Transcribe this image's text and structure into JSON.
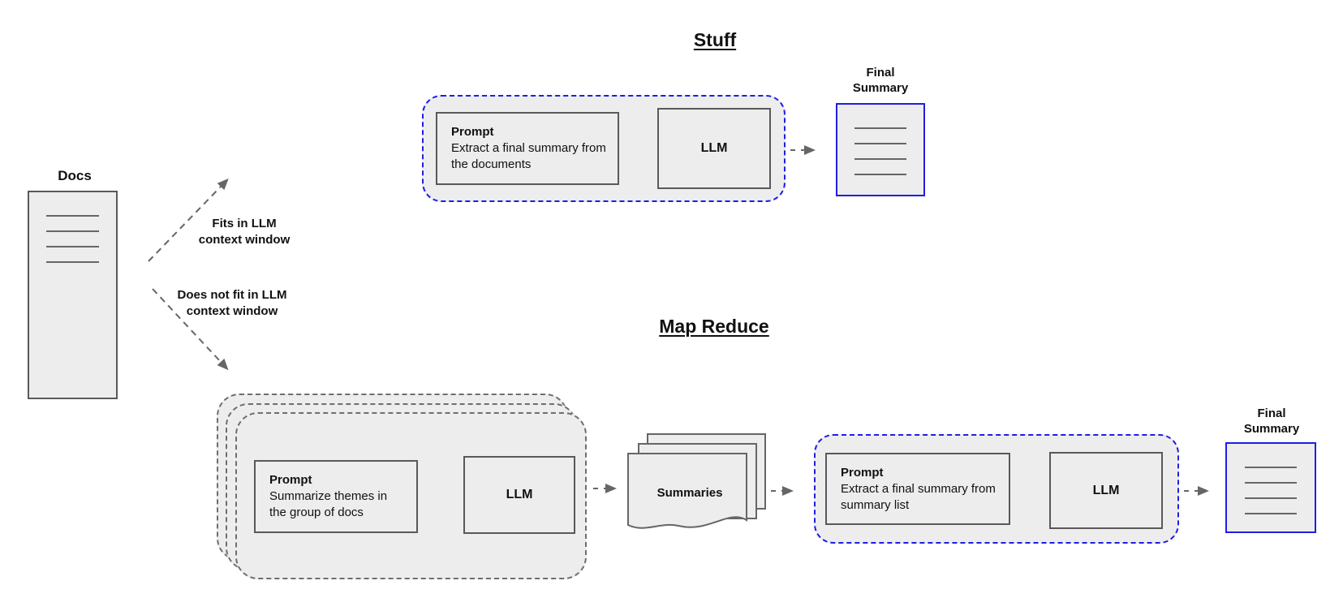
{
  "colors": {
    "canvas_bg": "#ffffff",
    "shape_fill": "#ededed",
    "solid_border": "#595959",
    "dashed_gray_border": "#6e6e6e",
    "accent_blue": "#1e1ee6",
    "arrow_gray": "#666666",
    "doc_line": "#666666",
    "text": "#111111"
  },
  "docs": {
    "label": "Docs"
  },
  "branches": {
    "fits": {
      "line1": "Fits in LLM",
      "line2": "context window"
    },
    "not_fits": {
      "line1": "Does not fit in LLM",
      "line2": "context window"
    }
  },
  "stuff": {
    "title": "Stuff",
    "prompt_heading": "Prompt",
    "prompt_body": "Extract a final summary from the documents",
    "llm_label": "LLM",
    "output_line1": "Final",
    "output_line2": "Summary"
  },
  "map_reduce": {
    "title": "Map Reduce",
    "map_prompt_heading": "Prompt",
    "map_prompt_body": "Summarize themes in the group of docs",
    "map_llm_label": "LLM",
    "summaries_label": "Summaries",
    "reduce_prompt_heading": "Prompt",
    "reduce_prompt_body": "Extract a final summary from summary list",
    "reduce_llm_label": "LLM",
    "output_line1": "Final",
    "output_line2": "Summary"
  }
}
